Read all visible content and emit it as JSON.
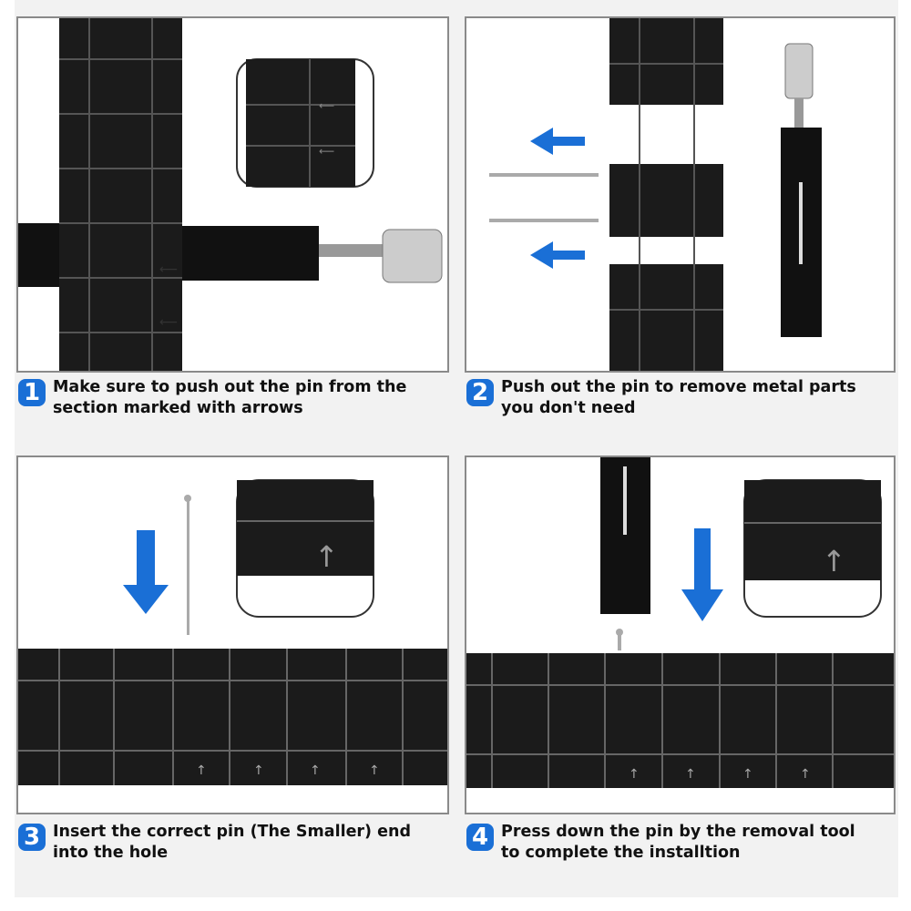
{
  "steps": [
    {
      "number": "1",
      "text_line1": "Make sure to push out the pin from the",
      "text_line2": "section marked with arrows"
    },
    {
      "number": "2",
      "text_line1": "Push out the pin to remove metal parts",
      "text_line2": "you don't need"
    },
    {
      "number": "3",
      "text_line1": "Insert the correct pin (The Smaller) end",
      "text_line2": "into the hole"
    },
    {
      "number": "4",
      "text_line1": "Press down the pin by the removal tool",
      "text_line2": "to complete the installtion"
    }
  ],
  "colors": {
    "accent": "#1a6fd6",
    "band": "#1b1b1b",
    "panel_bg": "#f2f2f2"
  }
}
